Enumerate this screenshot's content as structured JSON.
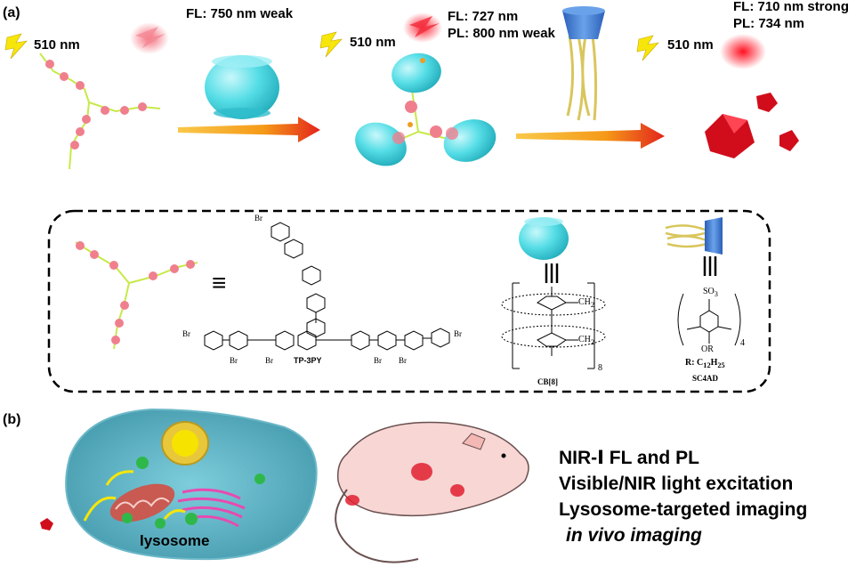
{
  "panels": {
    "a": "(a)",
    "b": "(b)"
  },
  "stage1": {
    "excitation": "510 nm",
    "emission": "FL: 750 nm weak"
  },
  "stage2": {
    "excitation": "510 nm",
    "fl": "FL: 727 nm",
    "pl": "PL: 800 nm weak"
  },
  "stage3": {
    "excitation": "510 nm",
    "fl": "FL: 710 nm strong",
    "pl": "PL: 734 nm"
  },
  "legend": {
    "equiv_symbol": "≡",
    "tp3py": {
      "name": "TP-3PY",
      "counterion": "Br",
      "charge": "-"
    },
    "cb8": {
      "name": "CB[8]",
      "subscript": "8",
      "ch2": "CH",
      "ch2_sub": "2"
    },
    "sc4ad": {
      "name": "SC4AD",
      "so3": "SO",
      "so3_sub": "3",
      "or": "OR",
      "r_label": "R: C",
      "r_sub1": "12",
      "r_h": "H",
      "r_sub2": "25",
      "repeat": "4"
    }
  },
  "cell": {
    "label": "lysosome"
  },
  "features": [
    "NIR-Ⅰ FL and PL",
    "Visible/NIR light excitation",
    "Lysosome-targeted imaging",
    "in vivo imaging"
  ],
  "colors": {
    "cyan": "#55dde6",
    "red": "#dd1020",
    "pink": "#ef7f8c",
    "yellow": "#f5d800",
    "arrow_orange": "#f6a21a",
    "lightning": "#f7e60a"
  }
}
